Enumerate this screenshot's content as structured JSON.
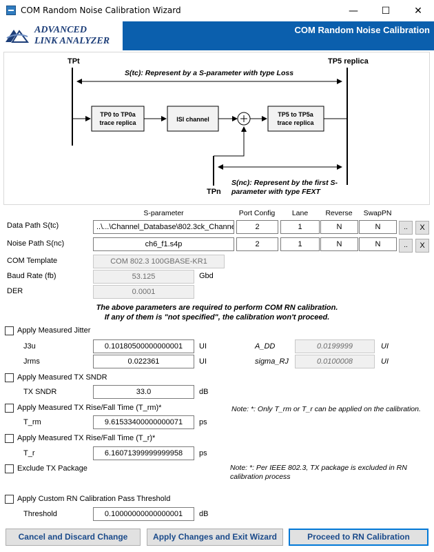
{
  "window": {
    "title": "COM Random Noise Calibration Wizard",
    "minimize": "—",
    "maximize": "☐",
    "close": "✕"
  },
  "banner": {
    "logo_line1": "ADVANCED",
    "logo_line2": "LINK ANALYZER",
    "title": "COM Random Noise Calibration"
  },
  "diagram": {
    "tpt": "TPt",
    "tp5": "TP5 replica",
    "tpn": "TPn",
    "stc_label": "S(tc): Represent by a S-parameter with type Loss",
    "snc_label_1": "S(nc): Represent by the first S-",
    "snc_label_2": "parameter with type FEXT",
    "box1_line1": "TP0 to TP0a",
    "box1_line2": "trace replica",
    "box2": "ISI channel",
    "box3_line1": "TP5 to TP5a",
    "box3_line2": "trace replica"
  },
  "headers": {
    "sparam": "S-parameter",
    "port_config": "Port Config",
    "lane": "Lane",
    "reverse": "Reverse",
    "swappn": "SwapPN"
  },
  "data_path": {
    "label": "Data Path S(tc)",
    "file": "..\\...\\Channel_Database\\802.3ck_Channe",
    "port_config": "2",
    "lane": "1",
    "reverse": "N",
    "swappn": "N",
    "browse": "..",
    "clear": "X"
  },
  "noise_path": {
    "label": "Noise Path S(nc)",
    "file": "ch6_f1.s4p",
    "port_config": "2",
    "lane": "1",
    "reverse": "N",
    "swappn": "N",
    "browse": "..",
    "clear": "X"
  },
  "com_template": {
    "label": "COM Template",
    "value": "COM 802.3 100GBASE-KR1"
  },
  "baud_rate": {
    "label": "Baud Rate (fb)",
    "value": "53.125",
    "unit": "Gbd"
  },
  "der": {
    "label": "DER",
    "value": "0.0001"
  },
  "warning": {
    "line1": "The above parameters are required to perform COM RN calibration.",
    "line2": "If any of them is \"not specified\", the calibration won't proceed."
  },
  "jitter": {
    "checkbox_label": "Apply Measured Jitter",
    "checked": false,
    "j3u_label": "J3u",
    "j3u_value": "0.10180500000000001",
    "j3u_unit": "UI",
    "jrms_label": "Jrms",
    "jrms_value": "0.022361",
    "jrms_unit": "UI",
    "add_label": "A_DD",
    "add_value": "0.0199999",
    "add_unit": "UI",
    "sigma_label": "sigma_RJ",
    "sigma_value": "0.0100008",
    "sigma_unit": "UI"
  },
  "sndr": {
    "checkbox_label": "Apply Measured TX SNDR",
    "checked": false,
    "label": "TX SNDR",
    "value": "33.0",
    "unit": "dB"
  },
  "rise_tm": {
    "checkbox_label": "Apply Measured TX Rise/Fall Time (T_rm)*",
    "checked": false,
    "label": "T_rm",
    "value": "9.61533400000000071",
    "unit": "ps",
    "note": "Note: *: Only T_rm or T_r can be applied on the calibration."
  },
  "rise_tr": {
    "checkbox_label": "Apply Measured TX Rise/Fall Time (T_r)*",
    "checked": false,
    "label": "T_r",
    "value": "6.16071399999999958",
    "unit": "ps"
  },
  "exclude_pkg": {
    "checkbox_label": "Exclude TX Package",
    "checked": false,
    "note_line1": "Note: *: Per IEEE 802.3, TX package is excluded in RN",
    "note_line2": "calibration process"
  },
  "threshold": {
    "checkbox_label": "Apply Custom RN Calibration Pass Threshold",
    "checked": false,
    "label": "Threshold",
    "value": "0.10000000000000001",
    "unit": "dB"
  },
  "buttons": {
    "cancel": "Cancel and Discard Change",
    "apply": "Apply Changes and Exit Wizard",
    "proceed": "Proceed to RN Calibration"
  },
  "colors": {
    "banner": "#0b5fad",
    "button_text": "#1a4a8a",
    "focus_border": "#0078d7"
  }
}
